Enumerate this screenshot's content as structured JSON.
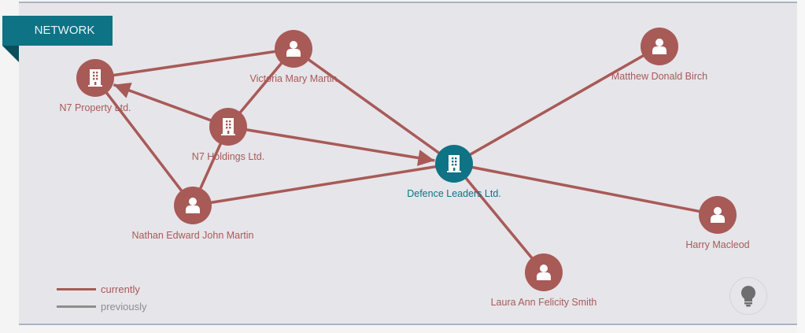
{
  "header": {
    "title": "NETWORK"
  },
  "colors": {
    "current": "#a85a57",
    "previous": "#8e8e8e",
    "focus": "#0e7385"
  },
  "nodes": [
    {
      "id": "n7p",
      "label": "N7 Property Ltd.",
      "type": "company"
    },
    {
      "id": "vmm",
      "label": "Victoria Mary Martin",
      "type": "person"
    },
    {
      "id": "n7h",
      "label": "N7 Holdings Ltd.",
      "type": "company"
    },
    {
      "id": "nejm",
      "label": "Nathan Edward John Martin",
      "type": "person"
    },
    {
      "id": "dl",
      "label": "Defence Leaders Ltd.",
      "type": "company",
      "focus": true
    },
    {
      "id": "mdb",
      "label": "Matthew Donald Birch",
      "type": "person"
    },
    {
      "id": "hm",
      "label": "Harry Macleod",
      "type": "person"
    },
    {
      "id": "lafs",
      "label": "Laura Ann Felicity Smith",
      "type": "person"
    }
  ],
  "edges": [
    {
      "from": "n7p",
      "to": "vmm",
      "status": "currently"
    },
    {
      "from": "vmm",
      "to": "dl",
      "status": "currently"
    },
    {
      "from": "vmm",
      "to": "n7h",
      "status": "currently"
    },
    {
      "from": "n7h",
      "to": "n7p",
      "status": "currently",
      "directed": true
    },
    {
      "from": "n7h",
      "to": "dl",
      "status": "currently",
      "directed": true
    },
    {
      "from": "nejm",
      "to": "n7p",
      "status": "currently"
    },
    {
      "from": "nejm",
      "to": "n7h",
      "status": "currently"
    },
    {
      "from": "nejm",
      "to": "dl",
      "status": "currently"
    },
    {
      "from": "dl",
      "to": "mdb",
      "status": "currently"
    },
    {
      "from": "dl",
      "to": "hm",
      "status": "currently"
    },
    {
      "from": "dl",
      "to": "lafs",
      "status": "currently"
    }
  ],
  "legend": {
    "current": "currently",
    "previous": "previously"
  },
  "hint_button": {
    "icon": "lightbulb-icon"
  }
}
